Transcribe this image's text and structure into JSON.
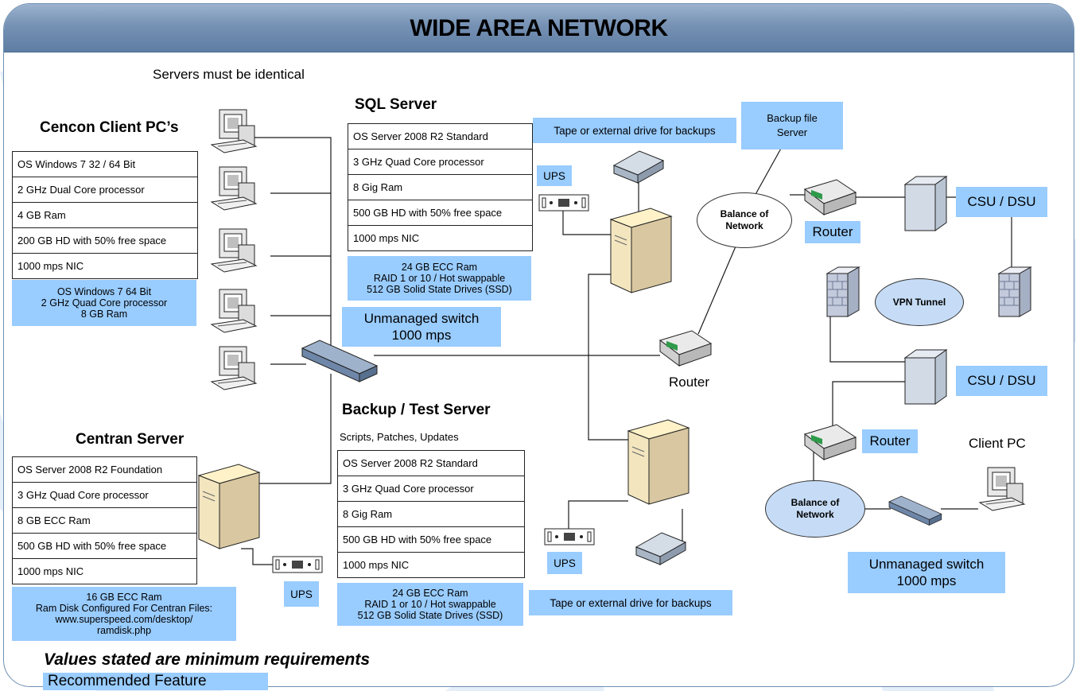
{
  "title": "WIDE AREA NETWORK",
  "note_top": "Servers must be identical",
  "client_pcs": {
    "heading": "Cencon Client PC’s",
    "specs": [
      "OS Windows 7 32 / 64 Bit",
      "2 GHz Dual Core processor",
      "4 GB Ram",
      "200 GB HD with 50% free space",
      "1000 mps NIC"
    ],
    "recommended": [
      "OS Windows 7 64 Bit",
      "2 GHz Quad Core processor",
      "8 GB Ram"
    ]
  },
  "sql_server": {
    "heading": "SQL Server",
    "specs": [
      "OS Server 2008 R2 Standard",
      "3 GHz Quad Core processor",
      "8 Gig Ram",
      "500 GB HD with 50% free space",
      "1000 mps NIC"
    ],
    "recommended": [
      "24 GB ECC Ram",
      "RAID 1 or 10 / Hot swappable",
      "512 GB Solid State Drives (SSD)"
    ]
  },
  "backup_server": {
    "heading": "Backup / Test Server",
    "subheading": "Scripts, Patches, Updates",
    "specs": [
      "OS Server 2008 R2 Standard",
      "3 GHz Quad Core processor",
      "8 Gig Ram",
      "500 GB HD with 50% free space",
      "1000 mps NIC"
    ],
    "recommended": [
      "24 GB ECC Ram",
      "RAID 1 or 10 / Hot swappable",
      "512 GB Solid State Drives (SSD)"
    ]
  },
  "centran_server": {
    "heading": "Centran Server",
    "specs": [
      "OS Server 2008 R2 Foundation",
      "3 GHz Quad Core processor",
      "8 GB ECC Ram",
      "500 GB HD with 50% free space",
      "1000 mps NIC"
    ],
    "recommended": [
      "16 GB ECC Ram",
      "Ram Disk Configured For Centran Files:",
      "www.superspeed.com/desktop/",
      "ramdisk.php"
    ]
  },
  "labels": {
    "switch_main": [
      "Unmanaged switch",
      "1000 mps"
    ],
    "switch_remote": [
      "Unmanaged switch",
      "1000 mps"
    ],
    "tape_top": "Tape or external drive for backups",
    "tape_bottom": "Tape or external drive for backups",
    "ups_sql": "UPS",
    "ups_backup": "UPS",
    "ups_centran": "UPS",
    "backup_file_server": [
      "Backup file",
      "Server"
    ],
    "balance_top": [
      "Balance of",
      "Network"
    ],
    "balance_bottom": [
      "Balance of",
      "Network"
    ],
    "router_main": "Router",
    "router_top": "Router",
    "router_bottom": "Router",
    "csu_top": "CSU / DSU",
    "csu_bottom": "CSU / DSU",
    "vpn": "VPN Tunnel",
    "client_pc": "Client PC"
  },
  "legend": {
    "minimum_note": "Values stated are minimum requirements",
    "recommended": "Recommended Feature"
  },
  "colors": {
    "recommended_fill": "#99ccff",
    "banner": "#7691b4",
    "vpn_fill": "#c6dcf6"
  },
  "icons": [
    "desktop-pc-icon",
    "tower-server-icon",
    "network-switch-icon",
    "router-icon",
    "ups-icon",
    "tape-drive-icon",
    "firewall-icon",
    "csu-dsu-icon"
  ]
}
